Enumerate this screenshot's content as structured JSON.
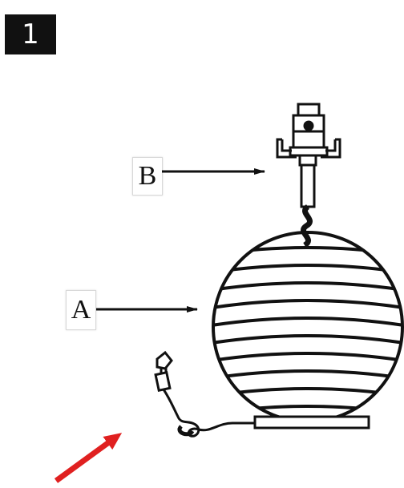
{
  "step": {
    "number": "1"
  },
  "labels": {
    "a": "A",
    "b": "B"
  },
  "colors": {
    "badge_bg": "#111111",
    "line": "#111111",
    "pointer_arrow": "#e02020"
  },
  "icons": [
    "lamp-base-icon",
    "lamp-harp-socket-icon",
    "power-plug-icon",
    "red-pointer-arrow-icon"
  ]
}
